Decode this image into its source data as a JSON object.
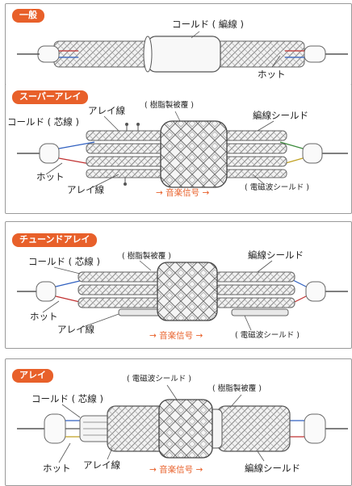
{
  "panels": [
    {
      "tag": "一般",
      "coil": "コールド ( 編線 )",
      "hot": "ホット"
    },
    {
      "tag": "スーパーアレイ",
      "coil": "コールド ( 芯線 )",
      "array_top": "アレイ線",
      "jacket": "( 樹脂製被覆 )",
      "shield": "編線シールド",
      "hot": "ホット",
      "array_bottom": "アレイ線",
      "signal": "→ 音楽信号 →",
      "emi": "( 電磁波シールド )"
    },
    {
      "tag": "チューンドアレイ",
      "coil": "コールド ( 芯線 )",
      "jacket": "( 樹脂製被覆 )",
      "shield": "編線シールド",
      "hot": "ホット",
      "array": "アレイ線",
      "signal": "→ 音楽信号 →",
      "emi": "( 電磁波シールド )"
    },
    {
      "tag": "アレイ",
      "emi": "( 電磁波シールド )",
      "jacket": "( 樹脂製被覆 )",
      "coil": "コールド ( 芯線 )",
      "hot": "ホット",
      "array": "アレイ線",
      "signal": "→ 音楽信号 →",
      "shield": "編線シールド"
    }
  ],
  "colors": {
    "accent": "#e8602a",
    "line": "#555555",
    "braid": "#8a8a8a"
  }
}
